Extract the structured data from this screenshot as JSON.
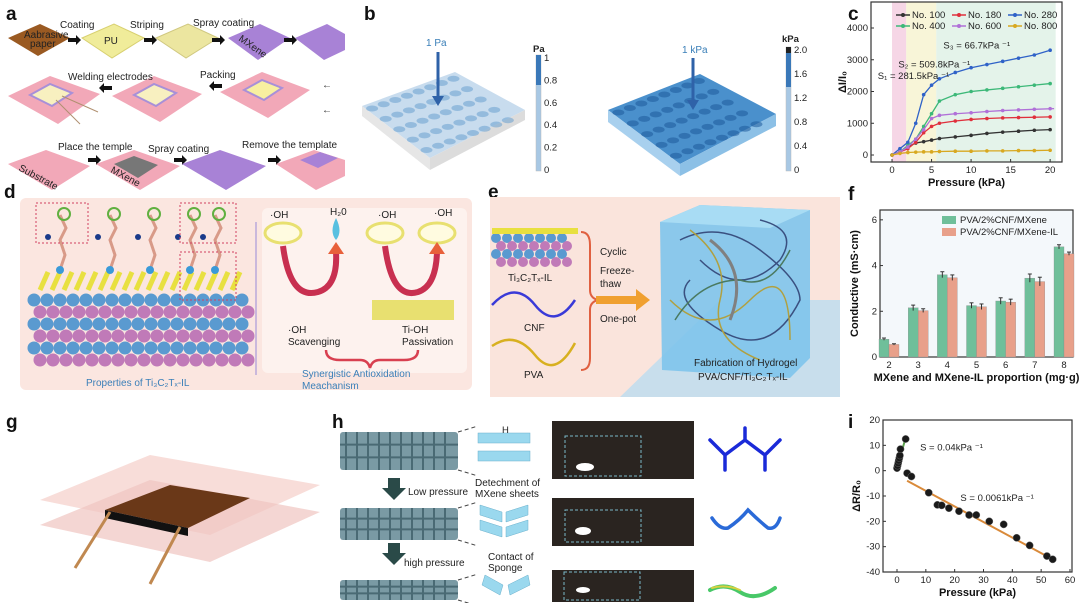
{
  "panel_labels": [
    "a",
    "b",
    "c",
    "d",
    "e",
    "f",
    "g",
    "h",
    "i"
  ],
  "panel_a": {
    "steps_row1": [
      "Coating",
      "Striping",
      "Spray coating"
    ],
    "slab_abrasive": "Aabrasive",
    "slab_abrasive2": "paper",
    "slab_pu": "PU",
    "slab_mxene": "MXene",
    "steps_row2": [
      "Welding electrodes",
      "Packing"
    ],
    "steps_row3": [
      "Place the temple",
      "Spray coating",
      "Remove the template"
    ],
    "slab_substrate": "Substrate",
    "slab_mxene2": "MXene"
  },
  "panel_b": {
    "left_arrow": "1 Pa",
    "left_unit": "Pa",
    "left_ticks": [
      "1",
      "0.8",
      "0.6",
      "0.4",
      "0.2",
      "0"
    ],
    "right_arrow": "1 kPa",
    "right_unit": "kPa",
    "right_ticks": [
      "2.0",
      "1.6",
      "1.2",
      "0.8",
      "0.4",
      "0"
    ]
  },
  "panel_d": {
    "oh1": "·OH",
    "h2o": "H₂0",
    "oh2": "·OH",
    "oh3": "·OH",
    "scav1": "·OH",
    "scav2": "Scavenging",
    "pass1": "Ti-OH",
    "pass2": "Passivation",
    "caption_left": "Properties of Ti₃C₂Tₓ-IL",
    "caption_right1": "Synergistic Antioxidation",
    "caption_right2": "Meachanism"
  },
  "panel_e": {
    "mat1": "Ti₃C₂Tₓ-IL",
    "mat2": "CNF",
    "mat3": "PVA",
    "proc1": "Cyclic",
    "proc2": "Freeze-",
    "proc3": "thaw",
    "proc4": "One-pot",
    "caption1": "Fabrication of Hydrogel",
    "caption2": "PVA/CNF/Ti₃C₂Tₓ-IL"
  },
  "panel_h": {
    "step1": "Low pressure",
    "step2": "high pressure",
    "desc1a": "Detechment of",
    "desc1b": "MXene sheets",
    "desc2a": "Contact of",
    "desc2b": "Sponge",
    "gap_label": "H"
  },
  "colors": {
    "blue": "#2f62c8",
    "red": "#e0303c",
    "black": "#333333",
    "green": "#3cb878",
    "purple": "#b070d8",
    "yellow": "#d8a820",
    "bar_green": "#6fbf9a",
    "bar_pink": "#e8a08a",
    "fit_orange": "#d98a3a",
    "fit_green": "#5aa04a"
  },
  "chart_data": [
    {
      "id": "c",
      "type": "line",
      "xlabel": "Pressure (kPa)",
      "ylabel": "ΔI/I₀",
      "xlim": [
        -2.66,
        21.5
      ],
      "ylim": [
        -220,
        4819
      ],
      "xticks": [
        0,
        5,
        10,
        15,
        20
      ],
      "yticks": [
        0,
        1000,
        2000,
        3000,
        4000
      ],
      "regions": [
        {
          "from": 0,
          "to": 1.8,
          "color": "#f6d6e6"
        },
        {
          "from": 1.8,
          "to": 5.6,
          "color": "#f8f5d8"
        },
        {
          "from": 5.6,
          "to": 20.7,
          "color": "#e4f3ea"
        }
      ],
      "annotations": [
        {
          "text": "S₃ = 66.7kPa ⁻¹",
          "x": 6.5,
          "y": 3350
        },
        {
          "text": "S₂ = 509.8kPa ⁻¹",
          "x": 0.8,
          "y": 2750
        },
        {
          "text": "S₁ = 281.5kPa ⁻¹",
          "x": -1.8,
          "y": 2400
        }
      ],
      "x": [
        0,
        1,
        2,
        3,
        4,
        5,
        6,
        8,
        10,
        12,
        14,
        16,
        18,
        20
      ],
      "series": [
        {
          "name": "No. 100",
          "color": "#333333",
          "values": [
            0,
            100,
            250,
            380,
            420,
            470,
            520,
            570,
            620,
            680,
            720,
            750,
            780,
            800
          ]
        },
        {
          "name": "No. 180",
          "color": "#e0303c",
          "values": [
            0,
            100,
            200,
            400,
            700,
            900,
            1000,
            1070,
            1120,
            1150,
            1170,
            1180,
            1190,
            1200
          ]
        },
        {
          "name": "No. 280",
          "color": "#2f62c8",
          "values": [
            0,
            200,
            400,
            1000,
            1900,
            2200,
            2400,
            2600,
            2750,
            2850,
            2950,
            3050,
            3150,
            3300
          ]
        },
        {
          "name": "No. 400",
          "color": "#3cb878",
          "values": [
            0,
            100,
            300,
            500,
            900,
            1300,
            1700,
            1900,
            2000,
            2050,
            2100,
            2150,
            2200,
            2250
          ]
        },
        {
          "name": "No. 600",
          "color": "#b070d8",
          "values": [
            0,
            100,
            250,
            500,
            800,
            1150,
            1250,
            1300,
            1330,
            1370,
            1400,
            1420,
            1440,
            1460
          ]
        },
        {
          "name": "No. 800",
          "color": "#d8a820",
          "values": [
            0,
            50,
            80,
            90,
            100,
            100,
            110,
            120,
            120,
            130,
            130,
            140,
            140,
            150
          ]
        }
      ]
    },
    {
      "id": "f",
      "type": "bar",
      "xlabel": "MXene and MXene-IL proportion (mg·g)",
      "ylabel": "Conductive (mS·cm)",
      "ylim": [
        0,
        6.43
      ],
      "yticks": [
        0,
        2,
        4,
        6
      ],
      "categories": [
        "2",
        "3",
        "4",
        "5",
        "6",
        "7",
        "8"
      ],
      "series": [
        {
          "name": "PVA/2%CNF/MXene",
          "color": "#6fbf9a",
          "values": [
            0.78,
            2.15,
            3.6,
            2.25,
            2.45,
            3.45,
            4.82
          ],
          "errors": [
            0.05,
            0.12,
            0.13,
            0.12,
            0.14,
            0.18,
            0.09
          ]
        },
        {
          "name": "PVA/2%CNF/MXene-IL",
          "color": "#e8a08a",
          "values": [
            0.55,
            2.03,
            3.47,
            2.2,
            2.4,
            3.3,
            4.52
          ],
          "errors": [
            0.03,
            0.08,
            0.12,
            0.12,
            0.13,
            0.19,
            0.07
          ]
        }
      ]
    },
    {
      "id": "i",
      "type": "scatter",
      "xlabel": "Pressure (kPa)",
      "ylabel": "ΔR/R₀",
      "xlim": [
        -4.86,
        60.7
      ],
      "ylim": [
        -40,
        20
      ],
      "xticks": [
        0,
        10,
        20,
        30,
        40,
        50,
        60
      ],
      "yticks": [
        20,
        10,
        0,
        -10,
        -20,
        -30,
        -40
      ],
      "points": [
        [
          0,
          1
        ],
        [
          0.2,
          2
        ],
        [
          0.4,
          3
        ],
        [
          0.6,
          4
        ],
        [
          0.8,
          5
        ],
        [
          1,
          6
        ],
        [
          1.2,
          8.5
        ],
        [
          3,
          12.5
        ],
        [
          3.5,
          -1
        ],
        [
          5,
          -2.3
        ],
        [
          11,
          -8.7
        ],
        [
          14,
          -13.5
        ],
        [
          15.5,
          -13.7
        ],
        [
          18,
          -14.8
        ],
        [
          21.5,
          -16
        ],
        [
          25,
          -17.5
        ],
        [
          27.5,
          -17.5
        ],
        [
          32,
          -20
        ],
        [
          37,
          -21.2
        ],
        [
          41.5,
          -26.5
        ],
        [
          46,
          -29.5
        ],
        [
          52,
          -33.7
        ],
        [
          54,
          -35
        ]
      ],
      "fits": [
        {
          "label": "S = 0.04kPa ⁻¹",
          "color": "#5aa04a",
          "from": [
            0,
            1
          ],
          "to": [
            3,
            13
          ],
          "label_at": [
            8,
            8
          ]
        },
        {
          "label": "S = 0.0061kPa ⁻¹",
          "color": "#d98a3a",
          "from": [
            3.5,
            -4
          ],
          "to": [
            54,
            -35
          ],
          "label_at": [
            22,
            -12
          ]
        }
      ]
    }
  ]
}
